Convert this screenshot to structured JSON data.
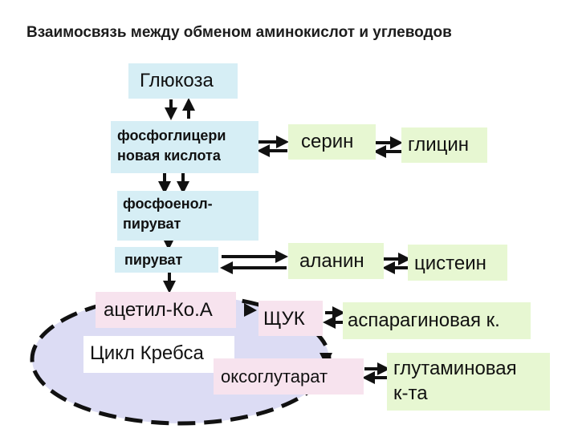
{
  "title": "Взаимосвязь между обменом аминокислот и углеводов",
  "nodes": {
    "glucose": "Глюкоза",
    "pga": [
      "фосфоглицери",
      "новая  кислота"
    ],
    "serine": "серин",
    "glycine": "глицин",
    "pep": [
      "фосфоенол-",
      "пируват"
    ],
    "pyruvate": "пируват",
    "alanine": "аланин",
    "cysteine": "цистеин",
    "acetyl_coa": "ацетил-Ко.А",
    "oaa": "ЩУК",
    "aspartic": "аспарагиновая к.",
    "krebs": "Цикл Кребса",
    "akg": "оксоглутарат",
    "glutamic": [
      "глутаминовая",
      "к-та"
    ]
  },
  "colors": {
    "blue_box": "#d6eef5",
    "green_box": "#e7f7d2",
    "pink_box": "#f7e3ee",
    "cycle_fill": "#dcdcf4",
    "arrow": "#111111"
  }
}
